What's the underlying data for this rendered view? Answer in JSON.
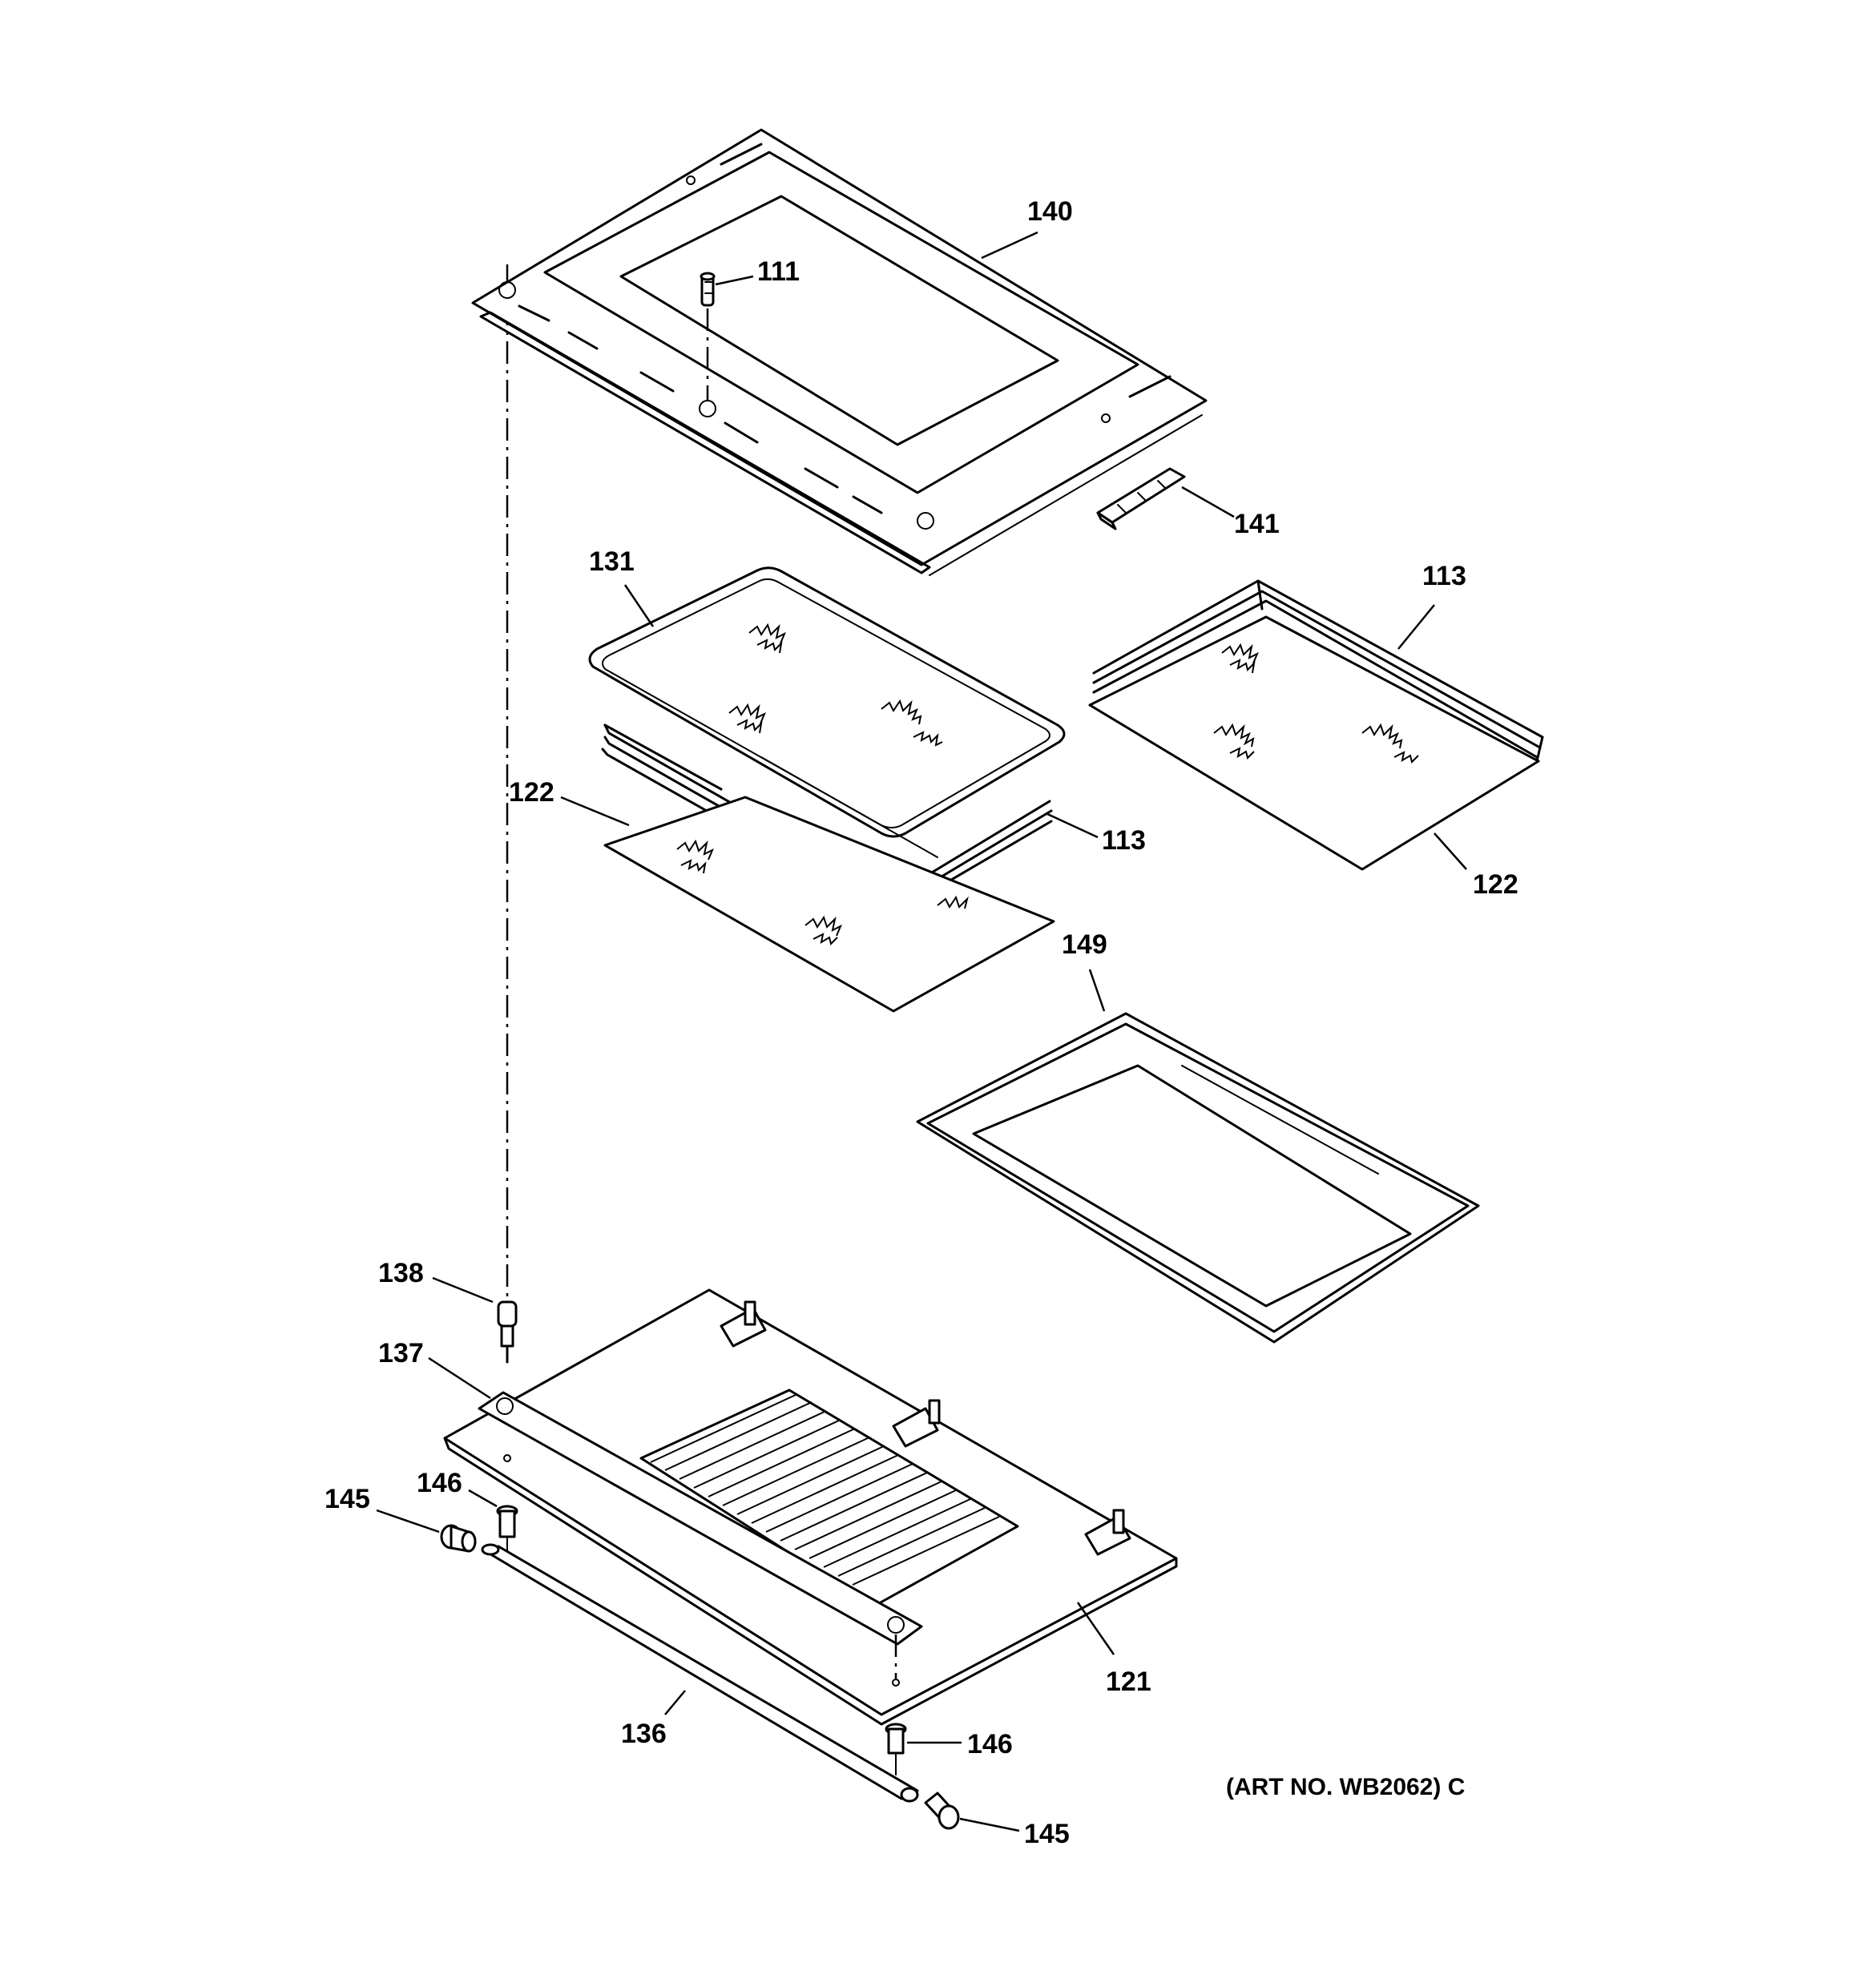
{
  "labels": {
    "p140": "140",
    "p111": "111",
    "p141": "141",
    "p131": "131",
    "p113a": "113",
    "p113b": "113",
    "p122a": "122",
    "p122b": "122",
    "p149": "149",
    "p138": "138",
    "p137": "137",
    "p146a": "146",
    "p146b": "146",
    "p145a": "145",
    "p145b": "145",
    "p121": "121",
    "p136": "136"
  },
  "art_number": "(ART NO. WB2062) C"
}
